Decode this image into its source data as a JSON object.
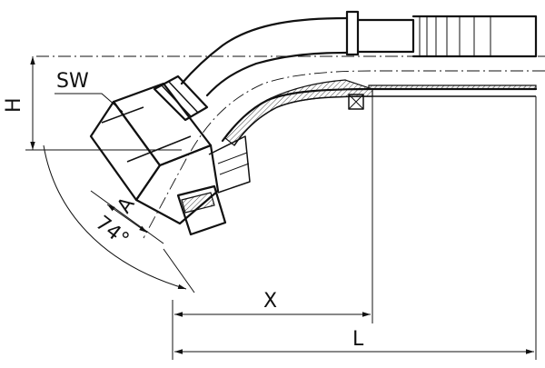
{
  "labels": {
    "sw": "SW",
    "h": "H",
    "a": "A",
    "angle": "74°",
    "x": "X",
    "l": "L"
  }
}
